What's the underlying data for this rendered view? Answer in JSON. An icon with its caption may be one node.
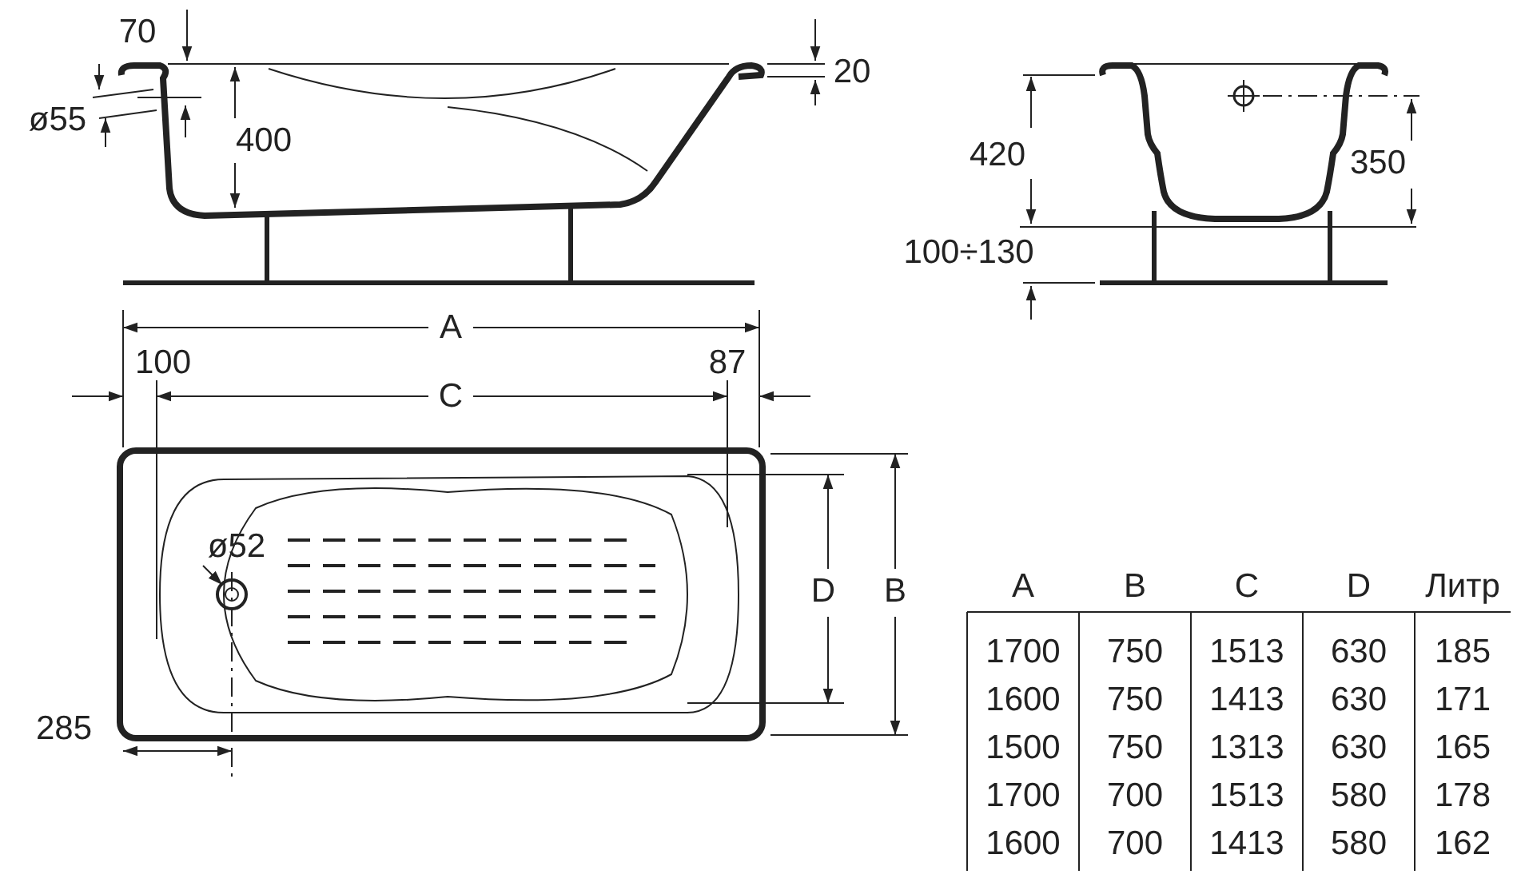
{
  "diagram": {
    "labels": [
      "70",
      "20",
      "ø55",
      "400",
      "420",
      "350",
      "100÷130",
      "A",
      "100",
      "87",
      "C",
      "ø52",
      "D",
      "B",
      "285",
      "A",
      "B",
      "C",
      "D",
      "Литр",
      "1700",
      "750",
      "1513",
      "630",
      "185",
      "1600",
      "750",
      "1413",
      "630",
      "171",
      "1500",
      "750",
      "1313",
      "630",
      "165",
      "1700",
      "700",
      "1513",
      "580",
      "178",
      "1600",
      "700",
      "1413",
      "580",
      "162"
    ]
  }
}
